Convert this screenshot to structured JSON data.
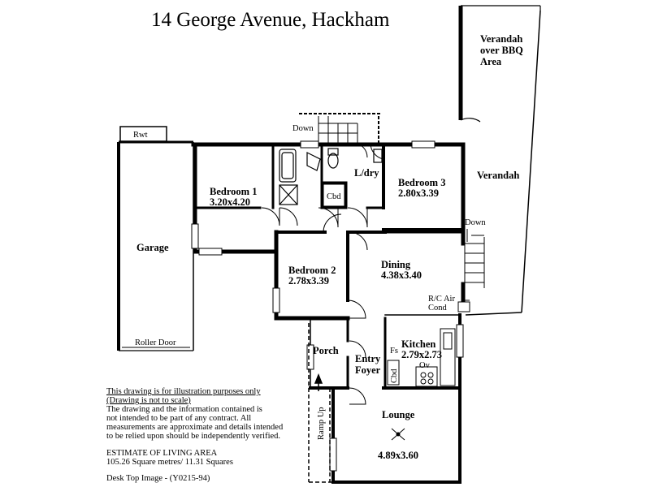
{
  "title": "14 George Avenue, Hackham",
  "rooms": {
    "verandah_bbq": [
      "Verandah",
      "over BBQ",
      "Area"
    ],
    "verandah": "Verandah",
    "rwt": "Rwt",
    "down_top": "Down",
    "bedroom1": {
      "name": "Bedroom 1",
      "size": "3.20x4.20"
    },
    "cbd_upper": "Cbd",
    "ldry": "L/dry",
    "bedroom3": {
      "name": "Bedroom 3",
      "size": "2.80x3.39"
    },
    "down_right": "Down",
    "garage": "Garage",
    "roller_door": "Roller Door",
    "bedroom2": {
      "name": "Bedroom 2",
      "size": "2.78x3.39"
    },
    "dining": {
      "name": "Dining",
      "size": "4.38x3.40"
    },
    "rc_air": [
      "R/C Air",
      "Cond"
    ],
    "porch": "Porch",
    "entry": [
      "Entry",
      "Foyer"
    ],
    "fs": "Fs",
    "cbd_lower": "Cbd",
    "kitchen": {
      "name": "Kitchen",
      "size": "2.79x2.73"
    },
    "ov": "Ov",
    "ramp": "Ramp Up",
    "lounge": {
      "name": "Lounge",
      "size": "4.89x3.60"
    }
  },
  "notes": {
    "line1": "This drawing is for illustration purposes only",
    "line2": "(Drawing is not to scale)",
    "para": [
      "The drawing and the information contained is",
      "not intended to be part of any contract.  All",
      "measurements are approximate and details intended",
      "to be relied upon should be independently verified."
    ],
    "estimate": "ESTIMATE OF LIVING AREA",
    "area": "105.26 Square metres/  11.31 Squares",
    "footer": "Desk Top Image - (Y0215-94)"
  }
}
